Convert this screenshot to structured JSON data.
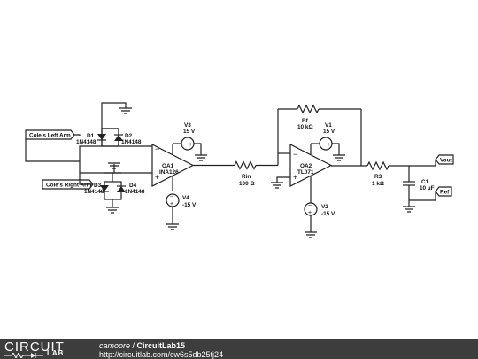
{
  "labels": {
    "left_arm": "Cole's Left Arm",
    "right_arm": "Cole's Right Arm",
    "vout": "Vout",
    "ref": "Ref"
  },
  "components": {
    "d1": {
      "name": "D1",
      "part": "1N4148"
    },
    "d2": {
      "name": "D2",
      "part": "1N4148"
    },
    "d3": {
      "name": "D3",
      "part": "1N4148"
    },
    "d4": {
      "name": "D4",
      "part": "1N4148"
    },
    "oa1": {
      "name": "OA1",
      "part": "INA126"
    },
    "oa2": {
      "name": "OA2",
      "part": "TL071"
    },
    "v1": {
      "name": "V1",
      "value": "15 V"
    },
    "v2": {
      "name": "V2",
      "value": "-15 V"
    },
    "v3": {
      "name": "V3",
      "value": "15 V"
    },
    "v4": {
      "name": "V4",
      "value": "-15 V"
    },
    "rin": {
      "name": "Rin",
      "value": "100 Ω"
    },
    "rf": {
      "name": "Rf",
      "value": "10 kΩ"
    },
    "r3": {
      "name": "R3",
      "value": "1 kΩ"
    },
    "c1": {
      "name": "C1",
      "value": "10 µF"
    }
  },
  "pins": {
    "minus": "−",
    "plus": "+",
    "src_minus": "−",
    "src_plus": "+"
  },
  "footer": {
    "logo_top": "CIRCUIT",
    "logo_bottom": "LAB",
    "author": "camoore",
    "separator": " / ",
    "title": "CircuitLab15",
    "url": "http://circuitlab.com/cw6s5db25tj24"
  }
}
